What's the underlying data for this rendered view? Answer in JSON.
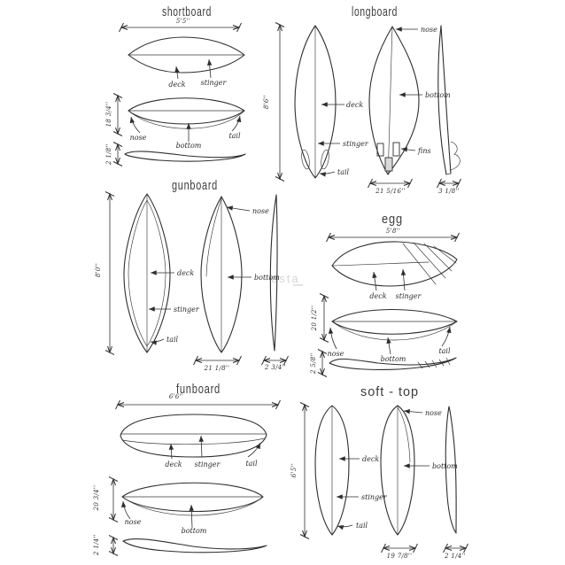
{
  "colors": {
    "background": "#ffffff",
    "ink": "#2e2e2e",
    "watermark": "#d6d6d6"
  },
  "watermark": {
    "text": "esta"
  },
  "sections": {
    "shortboard": {
      "title": "shortboard",
      "dims": {
        "length": "5'5''",
        "width": "18 3/4''",
        "thickness": "2 1/8''"
      },
      "labels": {
        "deck": "deck",
        "stinger": "stinger",
        "nose": "nose",
        "bottom": "bottom",
        "tail": "tail"
      }
    },
    "longboard": {
      "title": "longboard",
      "dims": {
        "length": "8'6''",
        "width": "21 5/16''",
        "thickness": "3 1/8''"
      },
      "labels": {
        "nose": "nose",
        "deck": "deck",
        "bottom": "bottom",
        "stinger": "stinger",
        "fins": "fins",
        "tail": "tail"
      }
    },
    "gunboard": {
      "title": "gunboard",
      "dims": {
        "length": "8'0''",
        "width": "21 1/8''",
        "thickness": "2 3/4''"
      },
      "labels": {
        "deck": "deck",
        "stinger": "stinger",
        "tail": "tail",
        "nose": "nose",
        "bottom": "bottom"
      }
    },
    "egg": {
      "title": "egg",
      "dims": {
        "length": "5'8''",
        "width": "20 1/2''",
        "thickness": "2 5/8''"
      },
      "labels": {
        "deck": "deck",
        "stinger": "stinger",
        "nose": "nose",
        "bottom": "bottom",
        "tail": "tail"
      }
    },
    "funboard": {
      "title": "funboard",
      "dims": {
        "length": "6'6''",
        "width": "20 3/4''",
        "thickness": "2 1/4''"
      },
      "labels": {
        "deck": "deck",
        "stinger": "stinger",
        "tail": "tail",
        "nose": "nose",
        "bottom": "bottom"
      }
    },
    "softtop": {
      "title": "soft - top",
      "dims": {
        "length": "6'5''",
        "width": "19 7/8''",
        "thickness": "2 1/4''"
      },
      "labels": {
        "nose": "nose",
        "deck": "deck",
        "bottom": "bottom",
        "stinger": "stinger",
        "tail": "tail"
      }
    }
  }
}
